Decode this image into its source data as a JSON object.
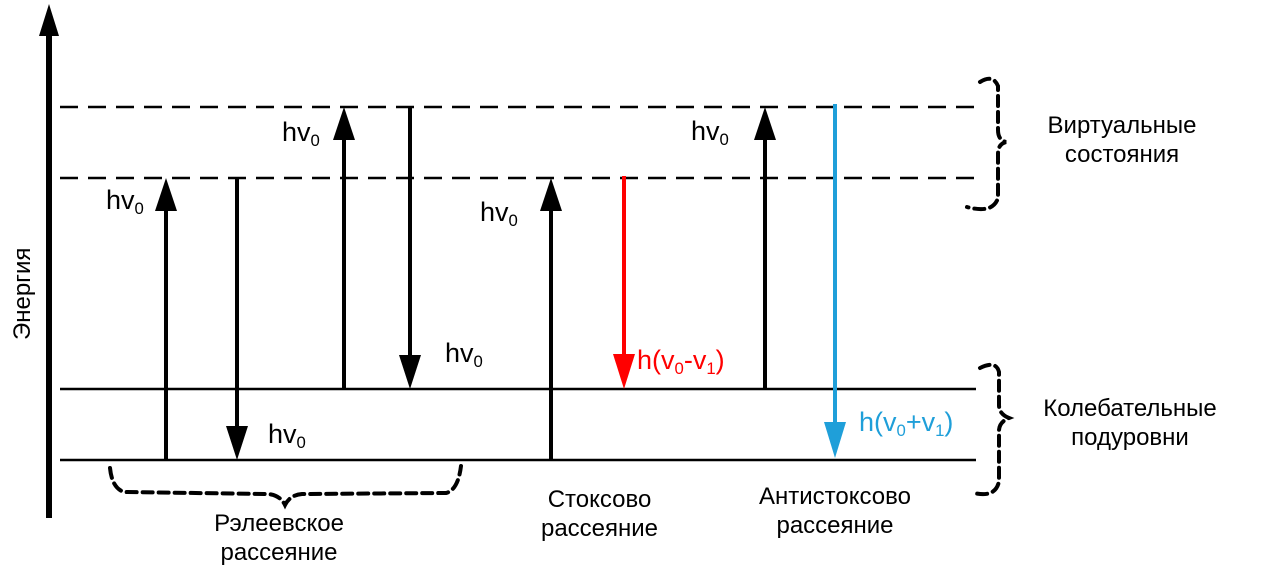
{
  "axis": {
    "label": "Энергия"
  },
  "groups": {
    "virtual": [
      "Виртуальные",
      "состояния"
    ],
    "vibrational": [
      "Колебательные",
      "подуровни"
    ],
    "rayleigh": [
      "Рэлеевское",
      "рассеяние"
    ],
    "stokes": [
      "Стоксово",
      "рассеяние"
    ],
    "antistokes": [
      "Антистоксово",
      "рассеяние"
    ]
  },
  "photon_labels": {
    "rayleigh_up_1": {
      "main": "hv",
      "sub": "0"
    },
    "rayleigh_down_1": {
      "main": "hv",
      "sub": "0"
    },
    "rayleigh_up_2": {
      "main": "hv",
      "sub": "0"
    },
    "rayleigh_down_2": {
      "main": "hv",
      "sub": "0"
    },
    "stokes_up": {
      "main": "hv",
      "sub": "0"
    },
    "antistokes_up": {
      "main": "hv",
      "sub": "0"
    },
    "stokes_down": {
      "prefix": "h(v",
      "sub1": "0",
      "middle": "-v",
      "sub2": "1",
      "suffix": ")"
    },
    "antistokes_down": {
      "prefix": "h(v",
      "sub1": "0",
      "middle": "+v",
      "sub2": "1",
      "suffix": ")"
    }
  },
  "colors": {
    "text": "#000000",
    "stokes": "#ff0000",
    "antistokes": "#1f9fd9",
    "lines": "#000000"
  }
}
